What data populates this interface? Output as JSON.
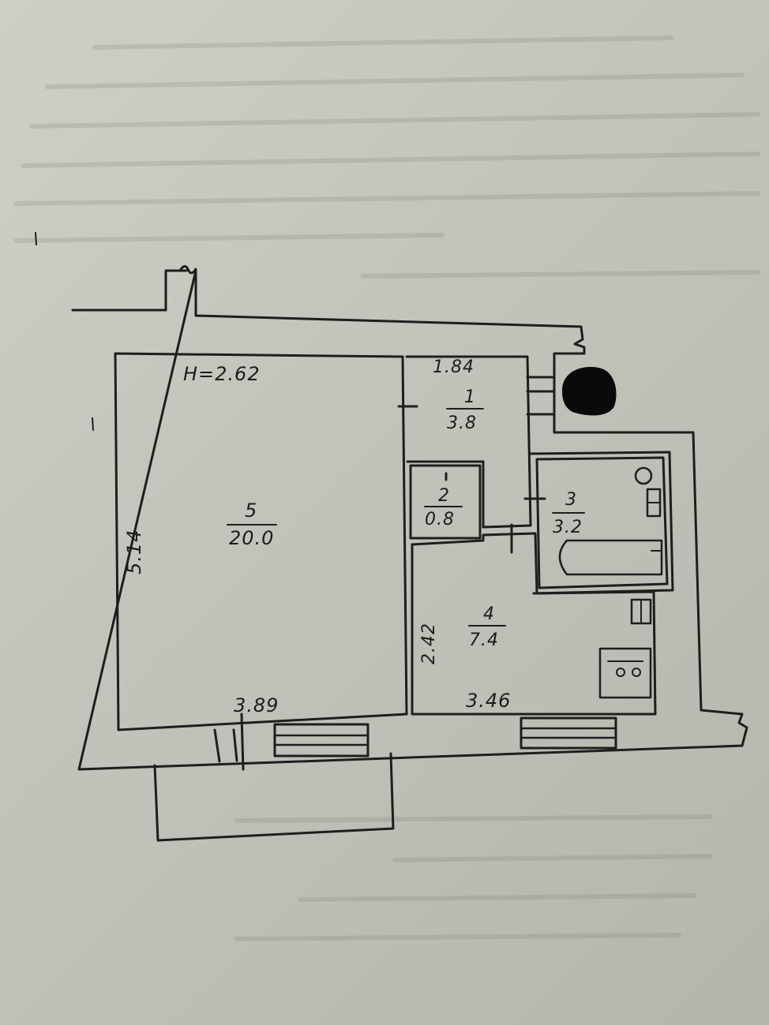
{
  "plan": {
    "ceiling_height": "H=2.62",
    "rooms": [
      {
        "number": "1",
        "area": "3.8"
      },
      {
        "number": "2",
        "area": "0.8"
      },
      {
        "number": "3",
        "area": "3.2"
      },
      {
        "number": "4",
        "area": "7.4"
      },
      {
        "number": "5",
        "area": "20.0"
      }
    ],
    "dimensions": {
      "room1_width": "1.84",
      "room5_height": "5.14",
      "room5_width": "3.89",
      "room4_height": "2.42",
      "room4_width": "3.46"
    }
  },
  "colors": {
    "paper": "#c8c9c0",
    "ink": "#1e1e1e",
    "redaction": "#0a0a0a"
  }
}
